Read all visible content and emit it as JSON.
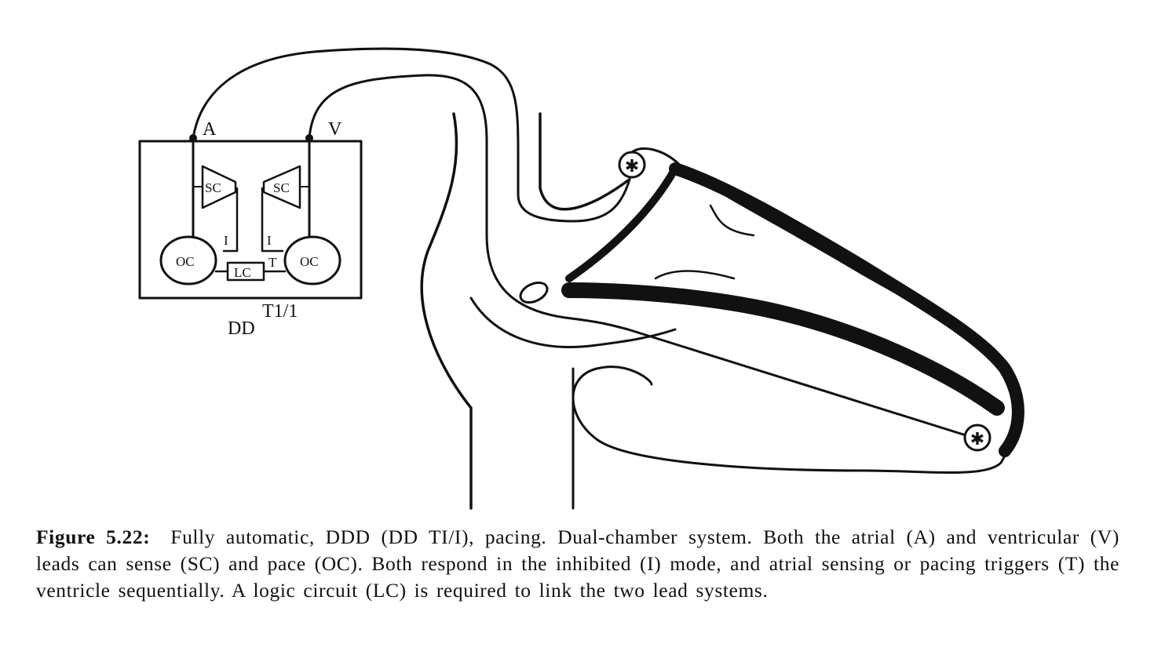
{
  "pacer": {
    "atrial_label": "A",
    "ventricular_label": "V",
    "sense_left": "SC",
    "sense_right": "SC",
    "output_left": "OC",
    "output_right": "OC",
    "logic": "LC",
    "inhibit_left": "I",
    "inhibit_right": "I",
    "trigger": "T",
    "mode_main": "DD",
    "mode_super": "T1/1"
  },
  "caption": {
    "label": "Figure 5.22:",
    "text": "Fully automatic, DDD (DD TI/I), pacing. Dual-chamber system. Both the atrial (A) and ventricular (V) leads can sense (SC) and pace (OC). Both respond in the inhibited (I) mode, and atrial sensing or pacing triggers (T) the ventricle sequentially. A logic circuit (LC) is required to link the two lead systems."
  }
}
